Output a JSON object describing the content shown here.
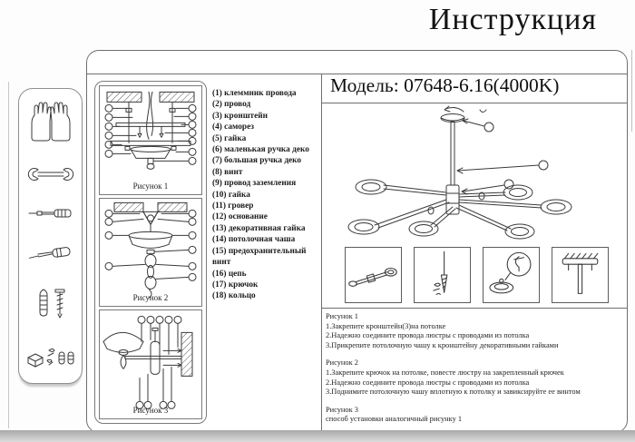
{
  "page": {
    "title": "Инструкция",
    "model_label": "Модель: 07648-6.16(4000K)"
  },
  "tools_sidebar": {
    "icons": [
      "gloves",
      "open-end-wrench",
      "flat-screwdriver",
      "screwdriver",
      "wall-plug-and-screw",
      "fasteners-kit"
    ]
  },
  "figures": [
    {
      "caption": "Рисунок 1"
    },
    {
      "caption": "Рисунок 2"
    },
    {
      "caption": "Рисунок 3"
    }
  ],
  "parts": [
    "(1) клеммник провода",
    "(2) провод",
    "(3) кронштейн",
    "(4) саморез",
    "(5) гайка",
    "(6) маленькая ручка деко",
    "(7) большая ручка деко",
    "(8) винт",
    "(9) провод заземления",
    "(10) гайка",
    "(11) гровер",
    "(12) основание",
    "(13) декоративная гайка",
    "(14) потолочная чаша",
    "(15) предохранительный винт",
    "(16) цепь",
    "(17) крючок",
    "(18) кольцо"
  ],
  "instructions": [
    {
      "heading": "Рисунок 1",
      "steps": [
        "1.Закрепите кронштейн(3)на потолке",
        "2.Надежно соедините провода люстры с проводами из потолка",
        "3.Прикрепите потолочную чашу к кронштейну декоративными гайками"
      ]
    },
    {
      "heading": "Рисунок 2",
      "steps": [
        "1.Закрепите крючок на потолке, повесте люстру на закрепленный крючек",
        "2.Надежно соедините провода люстры с проводами из потолка",
        "3.Поднимите потолочную чашу вплотную к потолку и завиксируйте ее винтом"
      ]
    },
    {
      "heading": "Рисунок 3",
      "steps": [
        "способ установки аналогичный рисунку 1"
      ]
    }
  ]
}
